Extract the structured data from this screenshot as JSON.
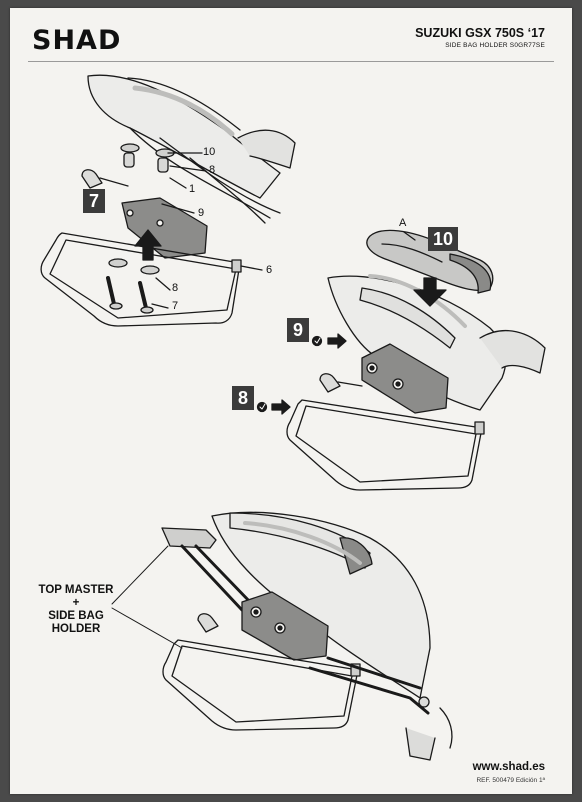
{
  "header": {
    "brand": "SHAD",
    "model": "SUZUKI GSX 750S ‘17",
    "subtitle": "SIDE BAG HOLDER S0GR77SE"
  },
  "callouts": {
    "n10": "10",
    "n8a": "8",
    "n1": "1",
    "n9": "9",
    "n6": "6",
    "n8b": "8",
    "n7": "7",
    "label_a": "A"
  },
  "steps": {
    "s7": "7",
    "s10": "10",
    "s9": "9",
    "s8": "8"
  },
  "combo": {
    "line1": "TOP MASTER",
    "line2": "+",
    "line3": "SIDE BAG",
    "line4": "HOLDER"
  },
  "footer": {
    "website": "www.shad.es",
    "reference": "REF. 500479 Edición 1ª"
  }
}
